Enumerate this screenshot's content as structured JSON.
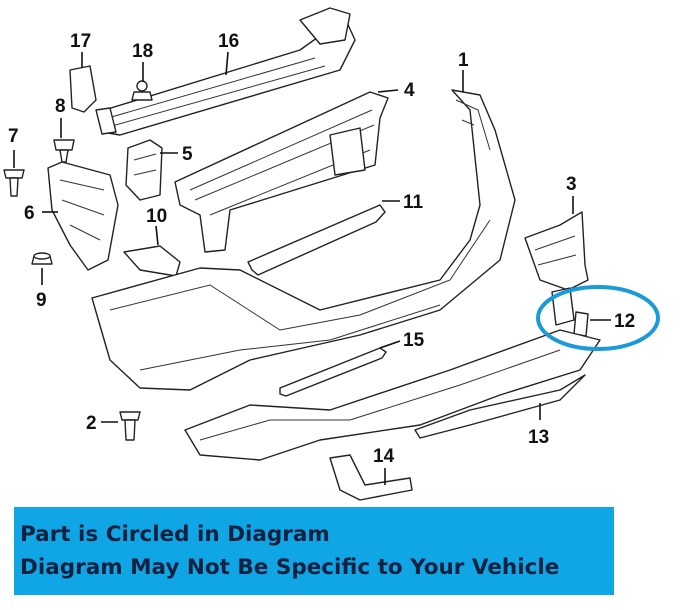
{
  "diagram": {
    "callouts": [
      "1",
      "2",
      "3",
      "4",
      "5",
      "6",
      "7",
      "8",
      "9",
      "10",
      "11",
      "12",
      "13",
      "14",
      "15",
      "16",
      "17",
      "18"
    ],
    "highlighted_callout": "12"
  },
  "banner": {
    "line1": "Part is Circled in Diagram",
    "line2": "Diagram May Not Be Specific to Your Vehicle"
  },
  "colors": {
    "banner_bg": "#10a6e6",
    "banner_text": "#12213f",
    "highlight_circle": "#1a9ad6",
    "line_art": "#222222"
  }
}
